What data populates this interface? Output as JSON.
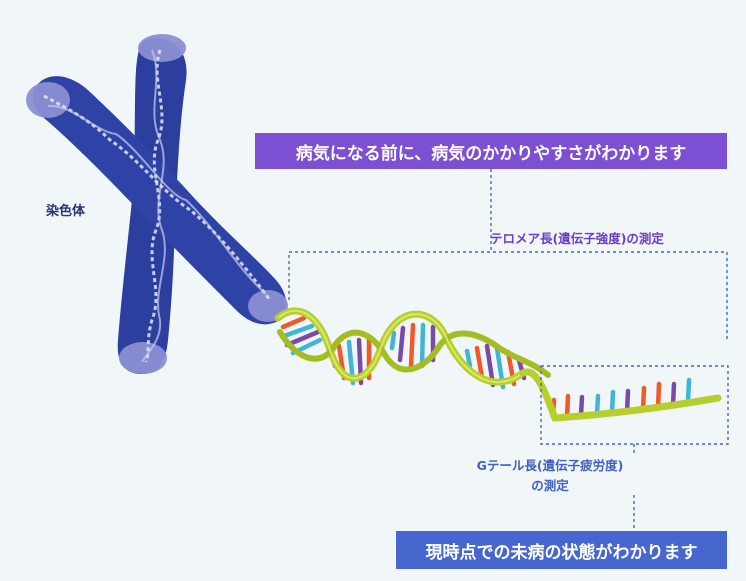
{
  "labels": {
    "chromosome": "染色体",
    "telomere_measure": "テロメア長(遺伝子強度)の測定",
    "gtail_measure_line1": "Gテール長(遺伝子疲労度)",
    "gtail_measure_line2": "の測定"
  },
  "banners": {
    "top": "病気になる前に、病気のかかりやすさがわかります",
    "bottom": "現時点での未病の状態がわかります"
  },
  "colors": {
    "background": "#f1f6f8",
    "chromosome": "#2c3e9e",
    "chromosome_tip": "#8b8fd3",
    "dna_backbone": "#b6cf2c",
    "base_orange": "#f05a28",
    "base_purple": "#7b4aa8",
    "base_cyan": "#3fb6d8",
    "banner_top": "#7d4fd3",
    "banner_bottom": "#4767ce",
    "dotted_line": "#4767ce"
  }
}
